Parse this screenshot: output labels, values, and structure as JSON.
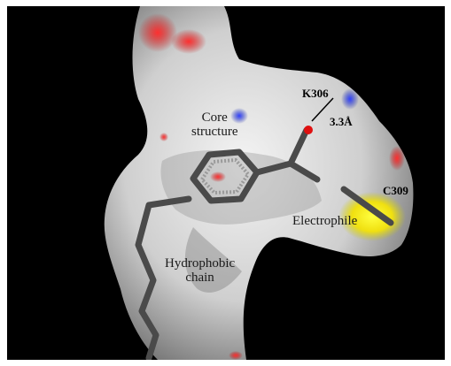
{
  "figure": {
    "labels": {
      "core_line1": "Core",
      "core_line2": "structure",
      "hydrophobic_line1": "Hydrophobic",
      "hydrophobic_line2": "chain",
      "electrophile": "Electrophile",
      "residue_lys": "K306",
      "distance": "3.3Å",
      "residue_cys": "C309"
    },
    "colors": {
      "background": "#000000",
      "surface": "#d8d8d8",
      "ligand": "#555555",
      "oxygen_patch": "#e01010",
      "nitrogen_patch": "#2a35c8",
      "sulfur_patch": "#f0e010"
    }
  }
}
